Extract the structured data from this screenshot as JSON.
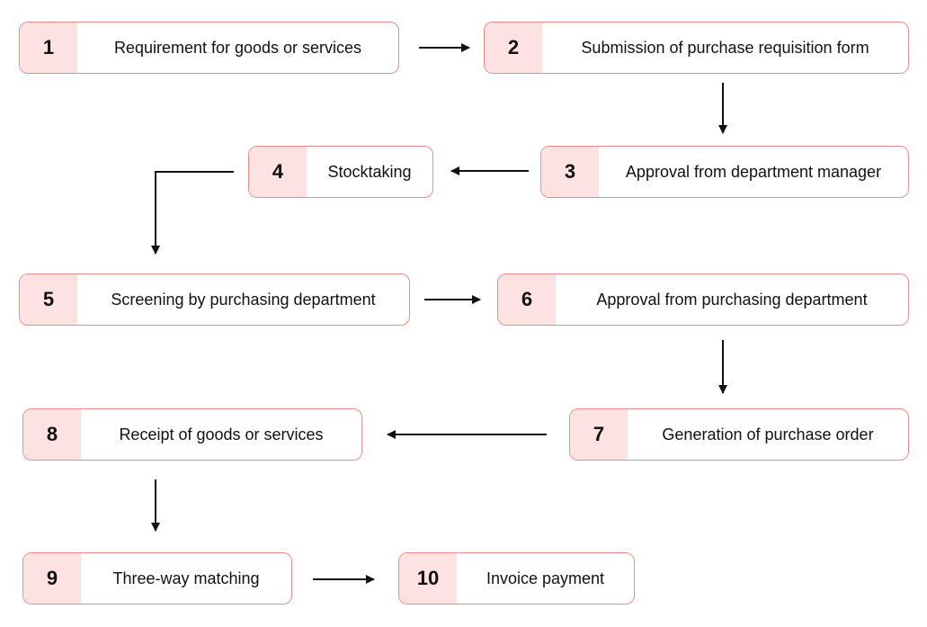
{
  "steps": [
    {
      "number": "1",
      "label": "Requirement for goods or services"
    },
    {
      "number": "2",
      "label": "Submission of purchase requisition form"
    },
    {
      "number": "3",
      "label": "Approval from department manager"
    },
    {
      "number": "4",
      "label": "Stocktaking"
    },
    {
      "number": "5",
      "label": "Screening by purchasing department"
    },
    {
      "number": "6",
      "label": "Approval from purchasing department"
    },
    {
      "number": "7",
      "label": "Generation of purchase order"
    },
    {
      "number": "8",
      "label": "Receipt of goods or services"
    },
    {
      "number": "9",
      "label": "Three-way matching"
    },
    {
      "number": "10",
      "label": "Invoice payment"
    }
  ],
  "colors": {
    "border": "#f08a8a",
    "number_fill": "#fde2e2",
    "arrow": "#111111"
  }
}
